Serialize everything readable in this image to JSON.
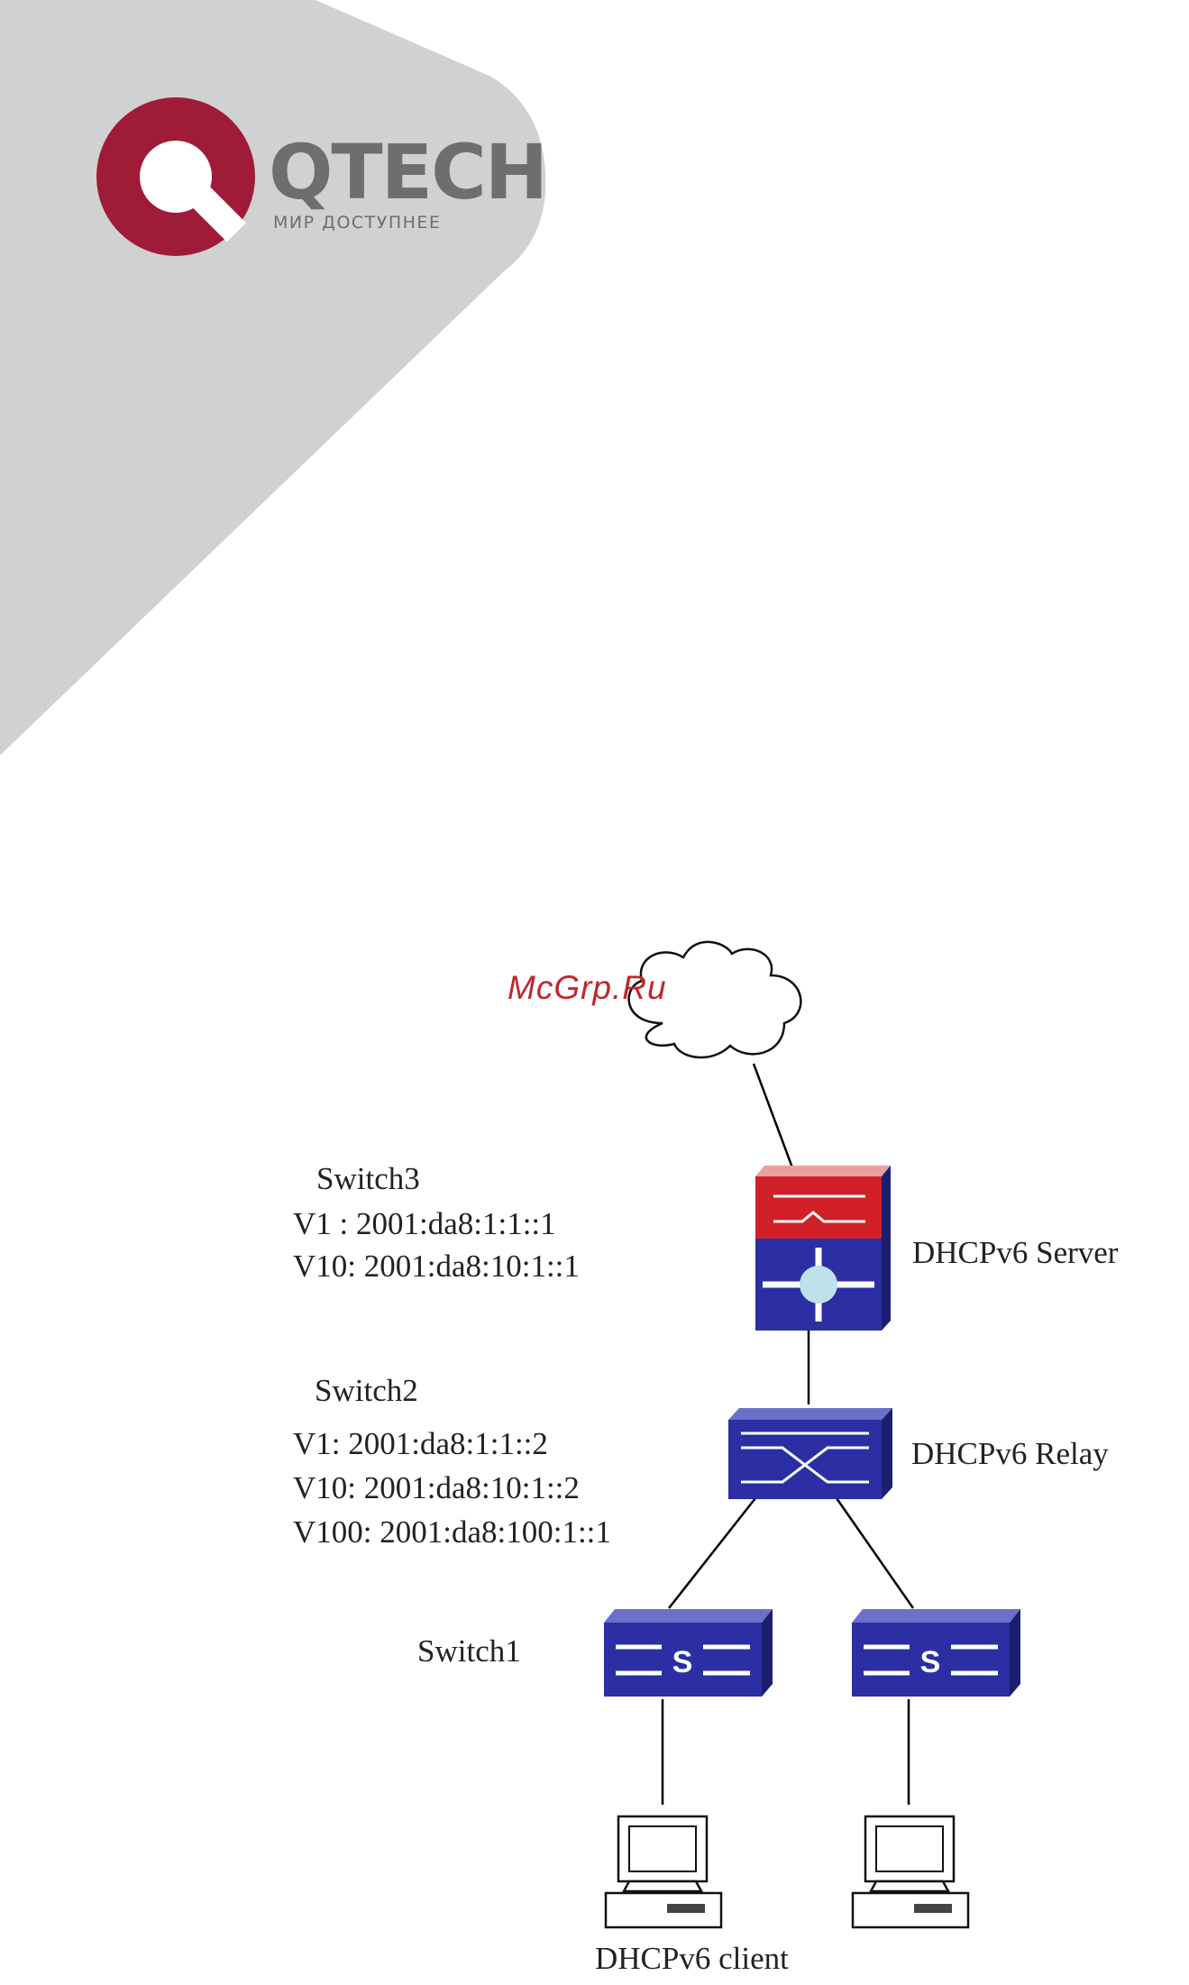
{
  "logo": {
    "name": "QTECH",
    "tagline": "МИР ДОСТУПНЕЕ",
    "colors": {
      "brand_red": "#a01b38",
      "brand_gray": "#6d6e70",
      "corner_bg": "#d0d1d3"
    }
  },
  "watermark": "McGrp.Ru",
  "topology": {
    "switch3": {
      "name": "Switch3",
      "lines": [
        "V1 : 2001:da8:1:1::1",
        "V10: 2001:da8:10:1::1"
      ]
    },
    "switch2": {
      "name": "Switch2",
      "lines": [
        "V1: 2001:da8:1:1::2",
        "V10: 2001:da8:10:1::2",
        "V100: 2001:da8:100:1::1"
      ]
    },
    "switch1": {
      "name": "Switch1"
    },
    "server_role": "DHCPv6 Server",
    "relay_role": "DHCPv6 Relay",
    "client_label": "DHCPv6 client"
  },
  "icons": [
    "cloud-icon",
    "l3-switch-icon",
    "relay-switch-icon",
    "access-switch-icon",
    "computer-icon"
  ]
}
